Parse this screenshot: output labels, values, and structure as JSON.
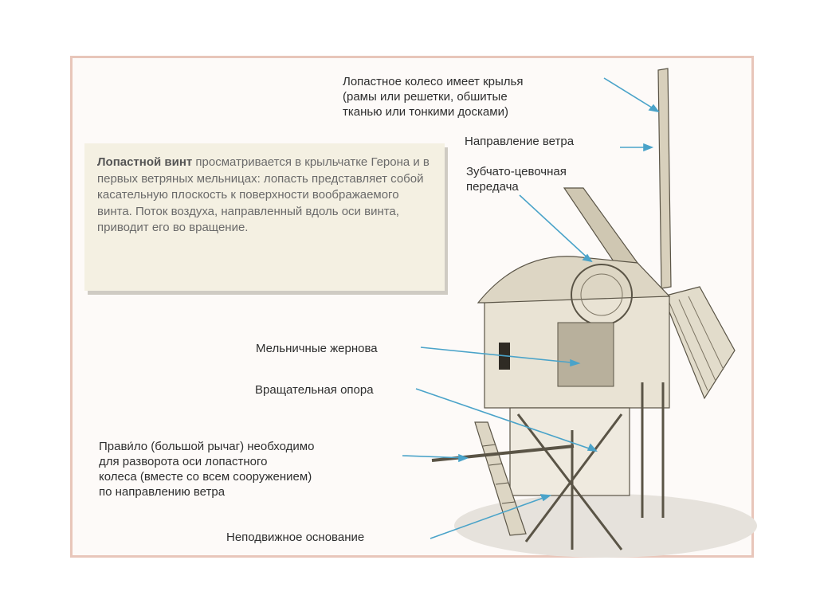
{
  "info_box": {
    "term": "Лопастной винт",
    "text": " просматривается в крыльчатке Герона и в первых ветряных мельницах: лопасть представляет собой касательную плоскость к поверхности воображаемого винта.  Поток воздуха, направленный вдоль оси винта,  приводит его во вращение."
  },
  "labels": {
    "paddle_wheel": "Лопастное колесо имеет крылья\n(рамы или решетки,  обшитые\nтканью или тонкими досками)",
    "wind_direction": "Направление ветра",
    "gear_drive": "Зубчато-цевочная\nпередача",
    "millstones": "Мельничные жернова",
    "rotating_support": "Вращательная опора",
    "lever": "Прави́ло (большой рычаг) необходимо\nдля разворота оси лопастного\nколеса (вместе со всем сооружением)\nпо направлению ветра",
    "fixed_base": "Неподвижное основание"
  },
  "colors": {
    "frame_border": "#e8c6ba",
    "info_box_bg": "#f4f0e2",
    "leader_line": "#4aa3c9"
  }
}
